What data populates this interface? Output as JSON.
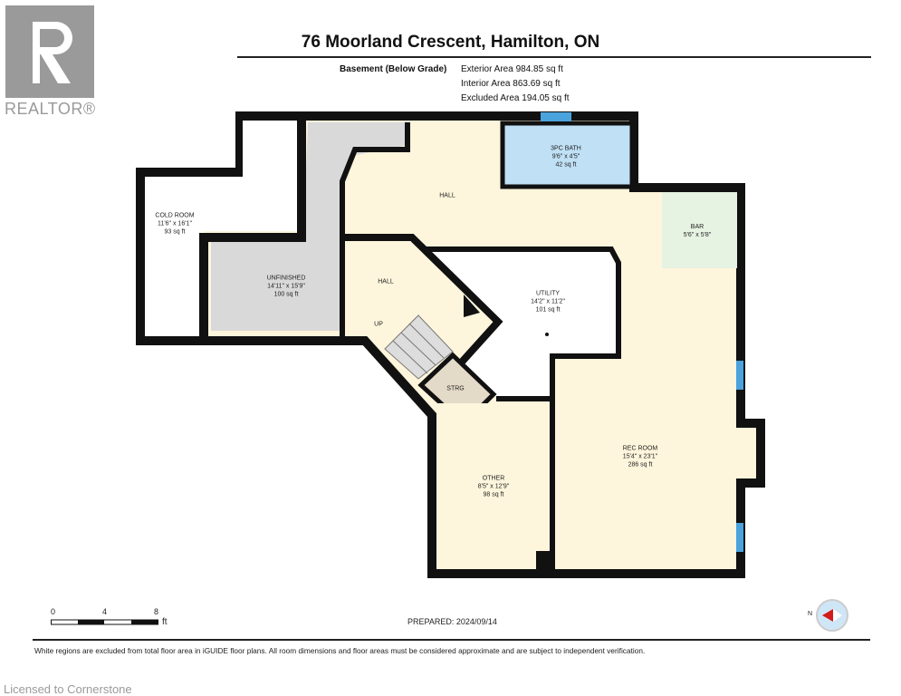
{
  "header": {
    "title": "76 Moorland Crescent, Hamilton, ON",
    "floor_name": "Basement (Below Grade)",
    "exterior_area": "Exterior Area 984.85 sq ft",
    "interior_area": "Interior Area 863.69 sq ft",
    "excluded_area": "Excluded Area 194.05 sq ft"
  },
  "logo": {
    "text": "REALTOR®"
  },
  "rooms": [
    {
      "name": "COLD ROOM",
      "dims": "11'6\" x 16'1\"",
      "area": "93 sq ft"
    },
    {
      "name": "UNFINISHED",
      "dims": "14'11\" x 15'9\"",
      "area": "100 sq ft"
    },
    {
      "name": "HALL"
    },
    {
      "name": "3PC BATH",
      "dims": "9'6\" x 4'5\"",
      "area": "42 sq ft"
    },
    {
      "name": "BAR",
      "dims": "5'6\" x 5'8\""
    },
    {
      "name": "HALL"
    },
    {
      "name": "UP"
    },
    {
      "name": "UTILITY",
      "dims": "14'2\" x 11'2\"",
      "area": "101 sq ft"
    },
    {
      "name": "STRG"
    },
    {
      "name": "OTHER",
      "dims": "8'5\" x 12'9\"",
      "area": "98 sq ft"
    },
    {
      "name": "REC ROOM",
      "dims": "15'4\" x 23'1\"",
      "area": "286 sq ft"
    }
  ],
  "scale": {
    "ticks": [
      "0",
      "4",
      "8"
    ],
    "unit": "ft"
  },
  "compass": {
    "label": "N"
  },
  "footer": {
    "prepared": "PREPARED: 2024/09/14",
    "disclaimer": "White regions are excluded from total floor area in iGUIDE floor plans. All room dimensions and floor areas must be considered approximate and are subject to independent verification.",
    "licensed": "Licensed to Cornerstone"
  },
  "colors": {
    "wall": "#111111",
    "hall": "#fdf5dc",
    "unfinished": "#d9d9d9",
    "bath": "#bfe0f5",
    "bar": "#e6f2e2",
    "strg": "#e4dac8",
    "window": "#4aa3dd"
  }
}
